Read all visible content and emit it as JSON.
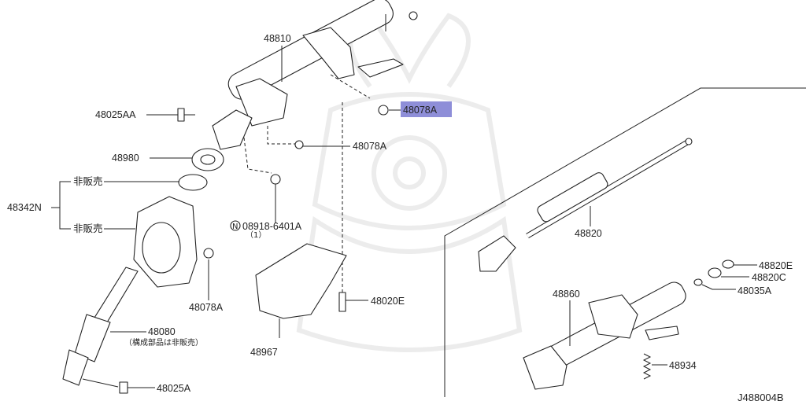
{
  "diagram": {
    "reference_code": "J488004B",
    "callouts": {
      "p48810": "48810",
      "p48078A_top": "48078A",
      "p48025AA": "48025AA",
      "p48078A_mid": "48078A",
      "p48980": "48980",
      "p48342N": "48342N",
      "not_sold_1": "非販売",
      "not_sold_2": "非販売",
      "p08918": "08918-6401A",
      "p08918_prefix": "N",
      "p08918_qty": "（1）",
      "p48078A_low": "48078A",
      "p48080": "48080",
      "p48080_note": "（構成部品は非販売）",
      "p48025A": "48025A",
      "p48967": "48967",
      "p48020E": "48020E",
      "p48820": "48820",
      "p48820E": "48820E",
      "p48820C": "48820C",
      "p48035A": "48035A",
      "p48860": "48860",
      "p48934": "48934"
    },
    "highlight_color": "#8e8ed8"
  }
}
